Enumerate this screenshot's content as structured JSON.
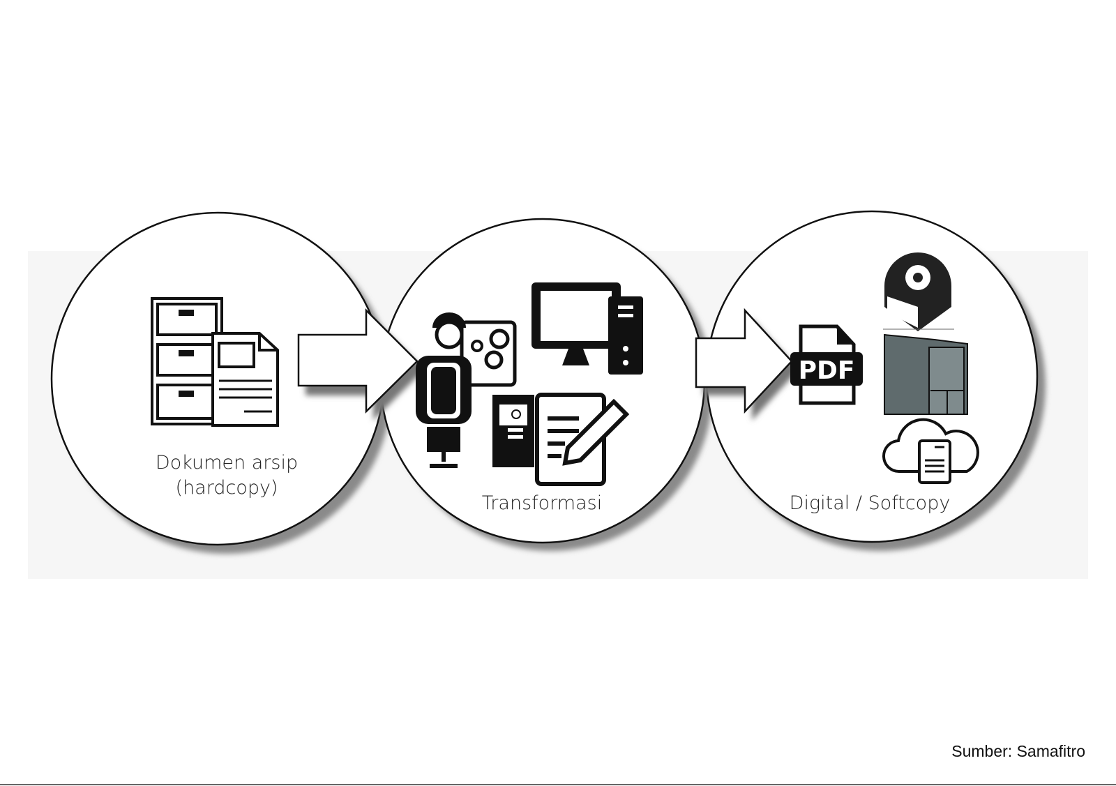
{
  "stages": [
    {
      "label_line1": "Dokumen arsip",
      "label_line2": "(hardcopy)"
    },
    {
      "label_line1": "Transformasi"
    },
    {
      "label_line1": "Digital / Softcopy"
    }
  ],
  "icons": {
    "pdf_text": "PDF"
  },
  "source": "Sumber: Samafitro"
}
